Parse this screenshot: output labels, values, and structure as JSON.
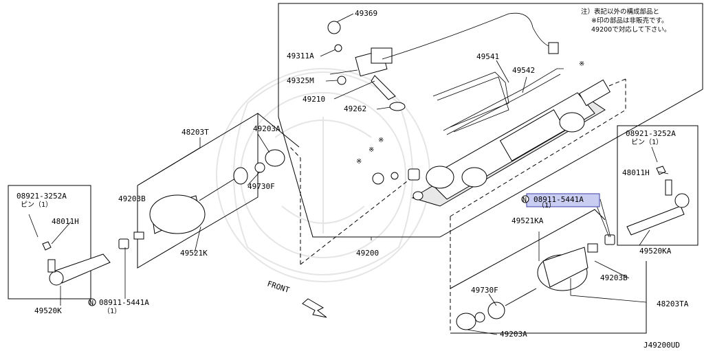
{
  "note": {
    "line1": "注）表記以外の構成部品と",
    "line2": "※印の部品は非販売です。",
    "line3": "49200で対応して下さい。"
  },
  "labels": {
    "p49369": "49369",
    "p49311a": "49311A",
    "p49325m": "49325M",
    "p49210": "49210",
    "p49262": "49262",
    "p49541": "49541",
    "p49542": "49542",
    "p48203t": "48203T",
    "p49203a_top": "49203A",
    "p49203b_left": "49203B",
    "p49730f_left": "49730F",
    "p49521k": "49521K",
    "p49200": "49200",
    "left_pin_code": "08921-3252A",
    "left_pin_sub": "ピン（1）",
    "p48011h_left": "48011H",
    "p49520k": "49520K",
    "left_nut_code": "08911-5441A",
    "left_nut_qty": "（1）",
    "right_pin_code": "08921-3252A",
    "right_pin_sub": "ピン（1）",
    "p48011h_right": "48011H",
    "p49520ka": "49520KA",
    "right_nut_code": "08911-5441A",
    "right_nut_qty": "（1）",
    "p49521ka": "49521KA",
    "p49203b_right": "49203B",
    "p48203ta": "48203TA",
    "p49730f_right": "49730F",
    "p49203a_bottom": "49203A",
    "front": "FRONT",
    "nut_symbol": "N",
    "asterisk": "※",
    "diagram_code": "J49200UD"
  },
  "colors": {
    "line": "#000000",
    "highlight_fill": "#c9cdf2",
    "highlight_stroke": "#3a3ea8",
    "watermark": "#cfcfcf"
  }
}
